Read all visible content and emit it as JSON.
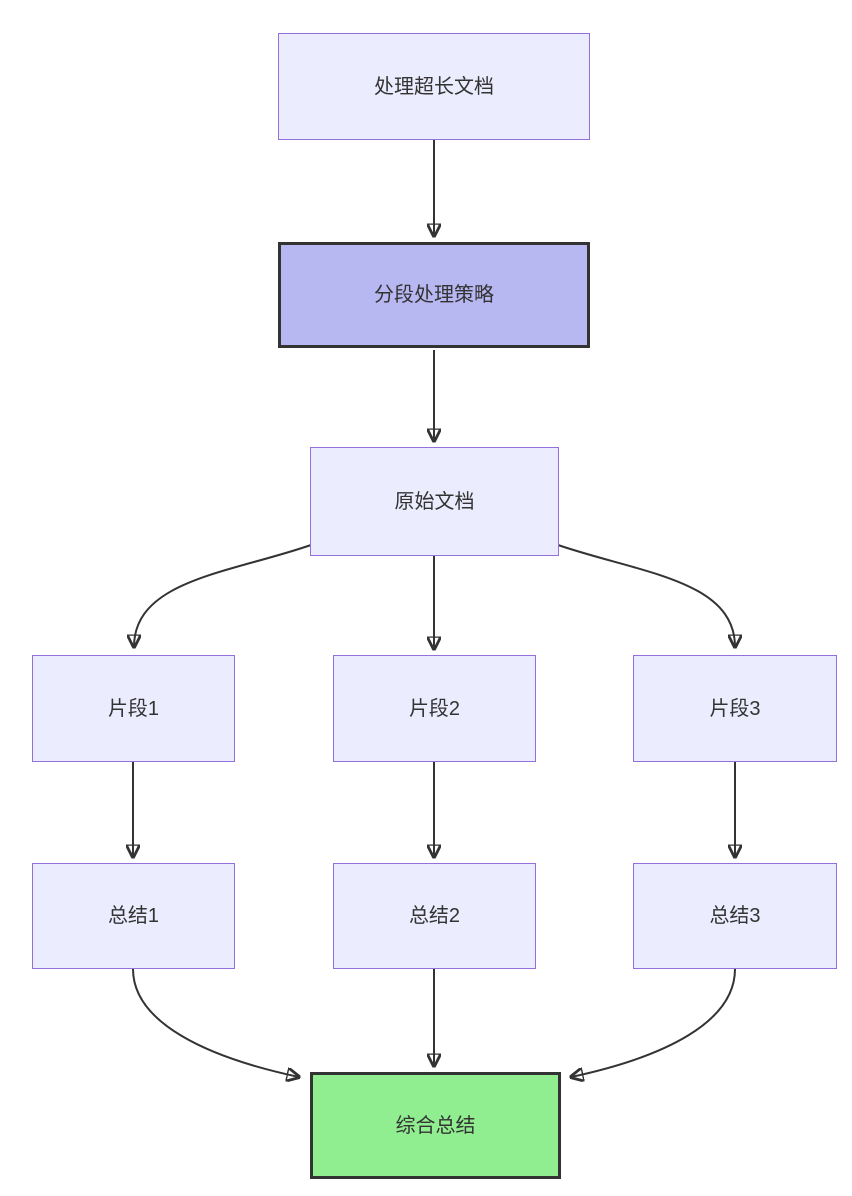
{
  "diagram": {
    "type": "flowchart",
    "direction": "top-down",
    "background": "#ffffff",
    "colors": {
      "node_fill": "#ECECFF",
      "node_border": "#9370DB",
      "strategy_fill": "#B7B7F2",
      "strategy_border": "#333333",
      "final_fill": "#90EE90",
      "final_border": "#333333",
      "edge": "#333333",
      "text": "#333333"
    },
    "nodes": [
      {
        "id": "doc",
        "label": "处理超长文档",
        "style": "light"
      },
      {
        "id": "strategy",
        "label": "分段处理策略",
        "style": "strategy"
      },
      {
        "id": "original",
        "label": "原始文档",
        "style": "light"
      },
      {
        "id": "frag1",
        "label": "片段1",
        "style": "light"
      },
      {
        "id": "frag2",
        "label": "片段2",
        "style": "light"
      },
      {
        "id": "frag3",
        "label": "片段3",
        "style": "light"
      },
      {
        "id": "sum1",
        "label": "总结1",
        "style": "light"
      },
      {
        "id": "sum2",
        "label": "总结2",
        "style": "light"
      },
      {
        "id": "sum3",
        "label": "总结3",
        "style": "light"
      },
      {
        "id": "final",
        "label": "综合总结",
        "style": "final"
      }
    ],
    "edges": [
      {
        "from": "doc",
        "to": "strategy"
      },
      {
        "from": "strategy",
        "to": "original"
      },
      {
        "from": "original",
        "to": "frag1"
      },
      {
        "from": "original",
        "to": "frag2"
      },
      {
        "from": "original",
        "to": "frag3"
      },
      {
        "from": "frag1",
        "to": "sum1"
      },
      {
        "from": "frag2",
        "to": "sum2"
      },
      {
        "from": "frag3",
        "to": "sum3"
      },
      {
        "from": "sum1",
        "to": "final"
      },
      {
        "from": "sum2",
        "to": "final"
      },
      {
        "from": "sum3",
        "to": "final"
      }
    ]
  }
}
